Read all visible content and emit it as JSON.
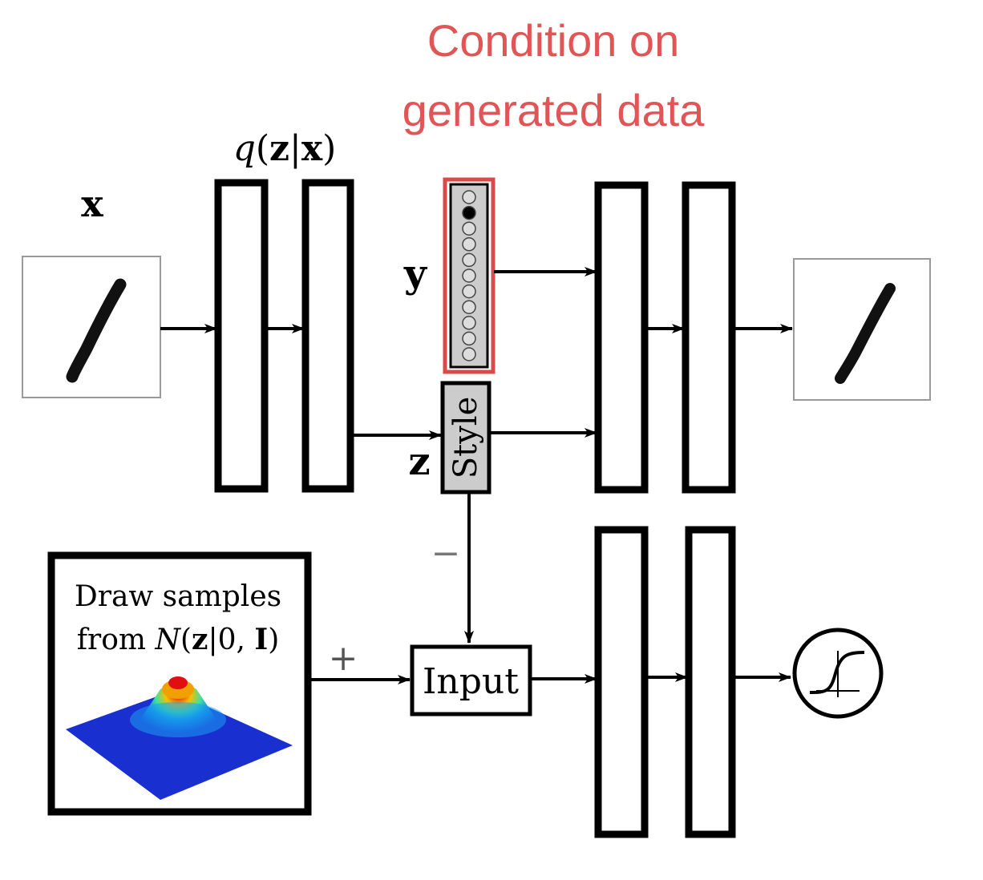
{
  "caption": {
    "line1": "Condition on",
    "line2": "generated data",
    "color": "#e05555"
  },
  "labels": {
    "x": "x",
    "q_prefix": "q",
    "q_z": "z",
    "q_bar": "|",
    "q_x": "x",
    "y": "y",
    "z": "z",
    "style": "Style",
    "input": "Input",
    "minus": "−",
    "plus": "+"
  },
  "prior_box": {
    "line1": "Draw samples",
    "line2_prefix": "from ",
    "line2_N": "N",
    "line2_z": "z",
    "line2_rest": "|0, ",
    "line2_I": "I"
  },
  "one_hot": {
    "count": 11,
    "active_index": 1
  },
  "colors": {
    "stroke": "#000000",
    "highlight": "#d94b4b",
    "latent_fill": "#cccccc",
    "caption": "#e05555"
  }
}
